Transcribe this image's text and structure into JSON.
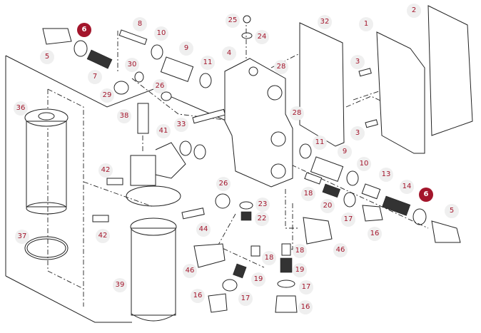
{
  "title": "Hydraulic valve block exploded parts diagram",
  "accent_color": "#a3152b",
  "label_bg": "#efefef",
  "highlighted_part": "6",
  "labels": [
    {
      "id": "l-6a",
      "text": "6",
      "highlight": true
    },
    {
      "id": "l-5a",
      "text": "5"
    },
    {
      "id": "l-7",
      "text": "7"
    },
    {
      "id": "l-8",
      "text": "8"
    },
    {
      "id": "l-10a",
      "text": "10"
    },
    {
      "id": "l-9a",
      "text": "9"
    },
    {
      "id": "l-11a",
      "text": "11"
    },
    {
      "id": "l-4",
      "text": "4"
    },
    {
      "id": "l-25",
      "text": "25"
    },
    {
      "id": "l-24",
      "text": "24"
    },
    {
      "id": "l-32",
      "text": "32"
    },
    {
      "id": "l-1",
      "text": "1"
    },
    {
      "id": "l-2",
      "text": "2"
    },
    {
      "id": "l-3a",
      "text": "3"
    },
    {
      "id": "l-3b",
      "text": "3"
    },
    {
      "id": "l-28a",
      "text": "28"
    },
    {
      "id": "l-28b",
      "text": "28"
    },
    {
      "id": "l-30",
      "text": "30"
    },
    {
      "id": "l-29",
      "text": "29"
    },
    {
      "id": "l-26a",
      "text": "26"
    },
    {
      "id": "l-36",
      "text": "36"
    },
    {
      "id": "l-38",
      "text": "38"
    },
    {
      "id": "l-33",
      "text": "33"
    },
    {
      "id": "l-41",
      "text": "41"
    },
    {
      "id": "l-42a",
      "text": "42"
    },
    {
      "id": "l-42b",
      "text": "42"
    },
    {
      "id": "l-26b",
      "text": "26"
    },
    {
      "id": "l-44",
      "text": "44"
    },
    {
      "id": "l-37",
      "text": "37"
    },
    {
      "id": "l-39",
      "text": "39"
    },
    {
      "id": "l-11b",
      "text": "11"
    },
    {
      "id": "l-9b",
      "text": "9"
    },
    {
      "id": "l-10b",
      "text": "10"
    },
    {
      "id": "l-13",
      "text": "13"
    },
    {
      "id": "l-14",
      "text": "14"
    },
    {
      "id": "l-6b",
      "text": "6",
      "highlight": true
    },
    {
      "id": "l-5b",
      "text": "5"
    },
    {
      "id": "l-18a",
      "text": "18"
    },
    {
      "id": "l-20",
      "text": "20"
    },
    {
      "id": "l-17a",
      "text": "17"
    },
    {
      "id": "l-16a",
      "text": "16"
    },
    {
      "id": "l-23",
      "text": "23"
    },
    {
      "id": "l-22",
      "text": "22"
    },
    {
      "id": "l-46a",
      "text": "46"
    },
    {
      "id": "l-18b",
      "text": "18"
    },
    {
      "id": "l-46b",
      "text": "46"
    },
    {
      "id": "l-18c",
      "text": "18"
    },
    {
      "id": "l-19a",
      "text": "19"
    },
    {
      "id": "l-19b",
      "text": "19"
    },
    {
      "id": "l-17b",
      "text": "17"
    },
    {
      "id": "l-17c",
      "text": "17"
    },
    {
      "id": "l-16b",
      "text": "16"
    },
    {
      "id": "l-16c",
      "text": "16"
    }
  ]
}
